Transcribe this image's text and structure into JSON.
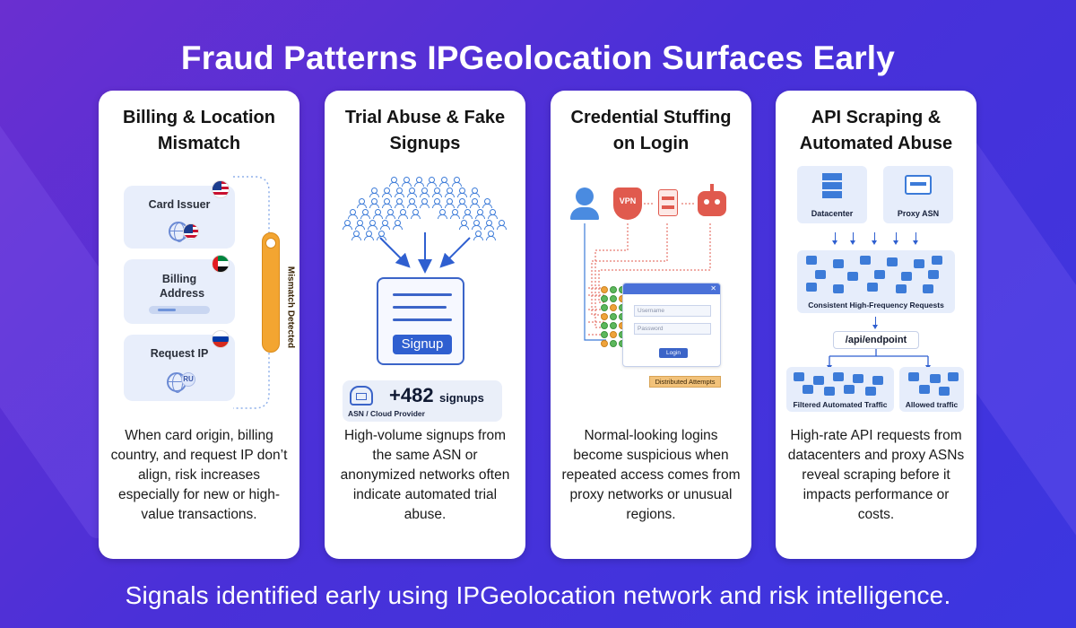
{
  "title": "Fraud Patterns IPGeolocation Surfaces Early",
  "footer": "Signals identified early using IPGeolocation network and risk intelligence.",
  "colors": {
    "background_start": "#6a2fd0",
    "background_end": "#3b36e0",
    "accent_blue": "#2f5fd0",
    "warning_orange": "#f3a531",
    "card_bg": "#ffffff"
  },
  "cards": [
    {
      "title": "Billing & Location Mismatch",
      "description": "When card origin, billing country, and request IP don’t align, risk increases especially for new or high-value transactions.",
      "illustration": {
        "boxes": [
          {
            "label": "Card Issuer",
            "flag": "us-flag"
          },
          {
            "label": "Billing Address",
            "flag": "ae-flag"
          },
          {
            "label": "Request IP",
            "flag": "ru-flag",
            "badge": "RU"
          }
        ],
        "side_label": "Mismatch Detected"
      }
    },
    {
      "title": "Trial Abuse & Fake Signups",
      "description": "High-volume signups from the same ASN or anonymized networks often indicate automated trial abuse.",
      "illustration": {
        "form_button": "Signup",
        "count_value": "+482",
        "count_unit": "signups",
        "source_label": "ASN /  Cloud Provider"
      }
    },
    {
      "title": "Credential Stuffing on Login",
      "description": "Normal-looking logins become suspicious when repeated access comes from proxy networks or unusual regions.",
      "illustration": {
        "sources": [
          "user-icon",
          "vpn-shield-icon",
          "server-icon",
          "bot-icon"
        ],
        "vpn_label": "VPN",
        "username_placeholder": "Username",
        "password_placeholder": "Password",
        "login_button": "Login",
        "close_glyph": "✕",
        "tag": "Distributed Attempts"
      }
    },
    {
      "title": "API Scraping & Automated Abuse",
      "description": "High-rate API requests from datacenters and proxy ASNs reveal scraping before it impacts performance or costs.",
      "illustration": {
        "sources": [
          "Datacenter",
          "Proxy ASN"
        ],
        "request_label": "Consistent High-Frequency Requests",
        "endpoint": "/api/endpoint",
        "filtered_label": "Filtered Automated Traffic",
        "allowed_label": "Allowed traffic"
      }
    }
  ]
}
